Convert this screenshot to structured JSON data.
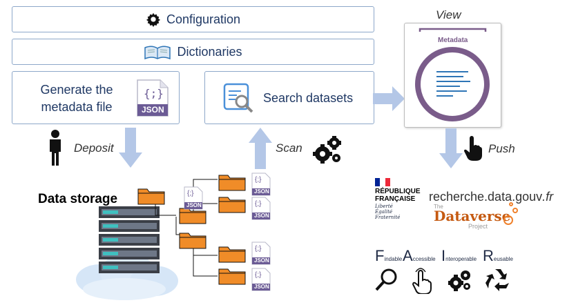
{
  "config_label": "Configuration",
  "dict_label": "Dictionaries",
  "generate_label": "Generate the metadata file",
  "search_label": "Search datasets",
  "view_label": "View",
  "metadata_label": "Metadata",
  "deposit_label": "Deposit",
  "scan_label": "Scan",
  "push_label": "Push",
  "data_storage_label": "Data storage",
  "json_label": "JSON",
  "json_braces": "{;}",
  "rf_line1": "RÉPUBLIQUE",
  "rf_line2": "FRANÇAISE",
  "rf_motto": [
    "Liberté",
    "Égalité",
    "Fraternité"
  ],
  "recherche_text": "recherche.data.gouv",
  "recherche_suffix": ".fr",
  "dataverse_the": "The",
  "dataverse_name": "Dataverse",
  "dataverse_project": "Project",
  "fair": {
    "f_big": "F",
    "f_small": "indable",
    "a_big": "A",
    "a_small": "ccessible",
    "i_big": "I",
    "i_small": "nteroperable",
    "r_big": "R",
    "r_small": "eusable"
  },
  "colors": {
    "accent": "#8da7c9",
    "arrow": "#b4c7e7",
    "folder": "#f08c28",
    "view_ring": "#7a5c8a",
    "navy": "#1f3864"
  }
}
